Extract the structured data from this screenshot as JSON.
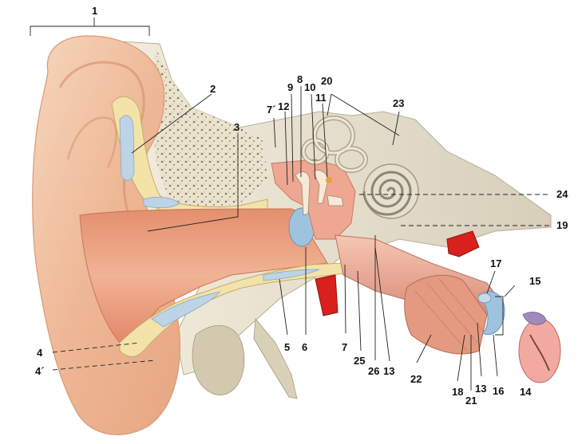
{
  "diagram": {
    "labels": {
      "l1": "1",
      "l2": "2",
      "l3": "3",
      "l4": "4",
      "l4p": "4´",
      "l5": "5",
      "l6": "6",
      "l7a": "7´",
      "l7": "7",
      "l8": "8",
      "l9": "9",
      "l10": "10",
      "l11": "11",
      "l12": "12",
      "l13a": "13",
      "l13b": "13",
      "l14": "14",
      "l15": "15",
      "l16": "16",
      "l17": "17",
      "l18": "18",
      "l19": "19",
      "l20": "20",
      "l21": "21",
      "l22": "22",
      "l23": "23",
      "l24": "24",
      "l25": "25",
      "l26": "26"
    },
    "colors": {
      "skin": "#f2c9a8",
      "canal": "#e58c6b",
      "bone": "#ece4cf",
      "cartilage": "#bcd4e6",
      "muscle": "#e79a7e",
      "artery": "#d8201c",
      "drum": "#9ec3df",
      "cochlea": "#dedacb"
    }
  }
}
